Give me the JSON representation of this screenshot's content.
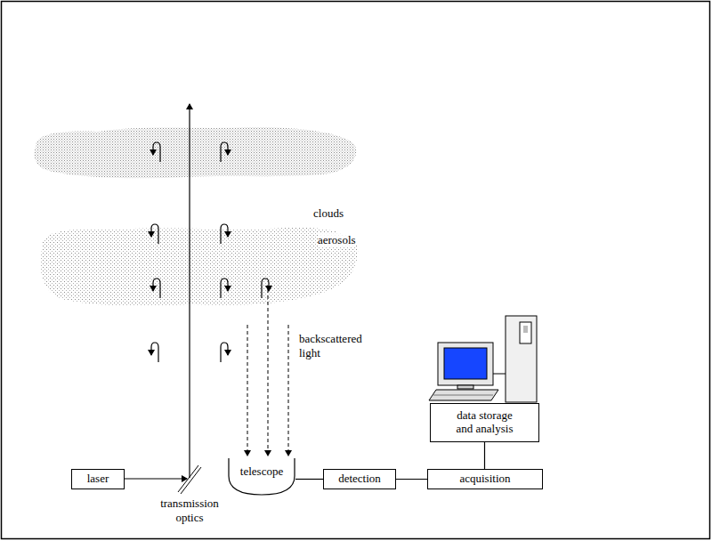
{
  "diagram": {
    "nodes": [
      {
        "text": [
          "data storage and analysis"
        ]
      },
      {
        "text": [
          "laser"
        ]
      },
      {
        "text": [
          "telescope"
        ]
      },
      {
        "text": [
          "detection"
        ]
      },
      {
        "text": [
          "acquisition"
        ]
      }
    ],
    "edges": [
      {
        "from": 2,
        "to": 3,
        "arrow": "none"
      },
      {
        "from": 3,
        "to": 4,
        "arrow": "none"
      },
      {
        "from": 4,
        "to": 0,
        "arrow": "none"
      }
    ],
    "labels": [
      "clouds",
      "aerosols",
      "backscattered light",
      "transmission optics"
    ]
  }
}
